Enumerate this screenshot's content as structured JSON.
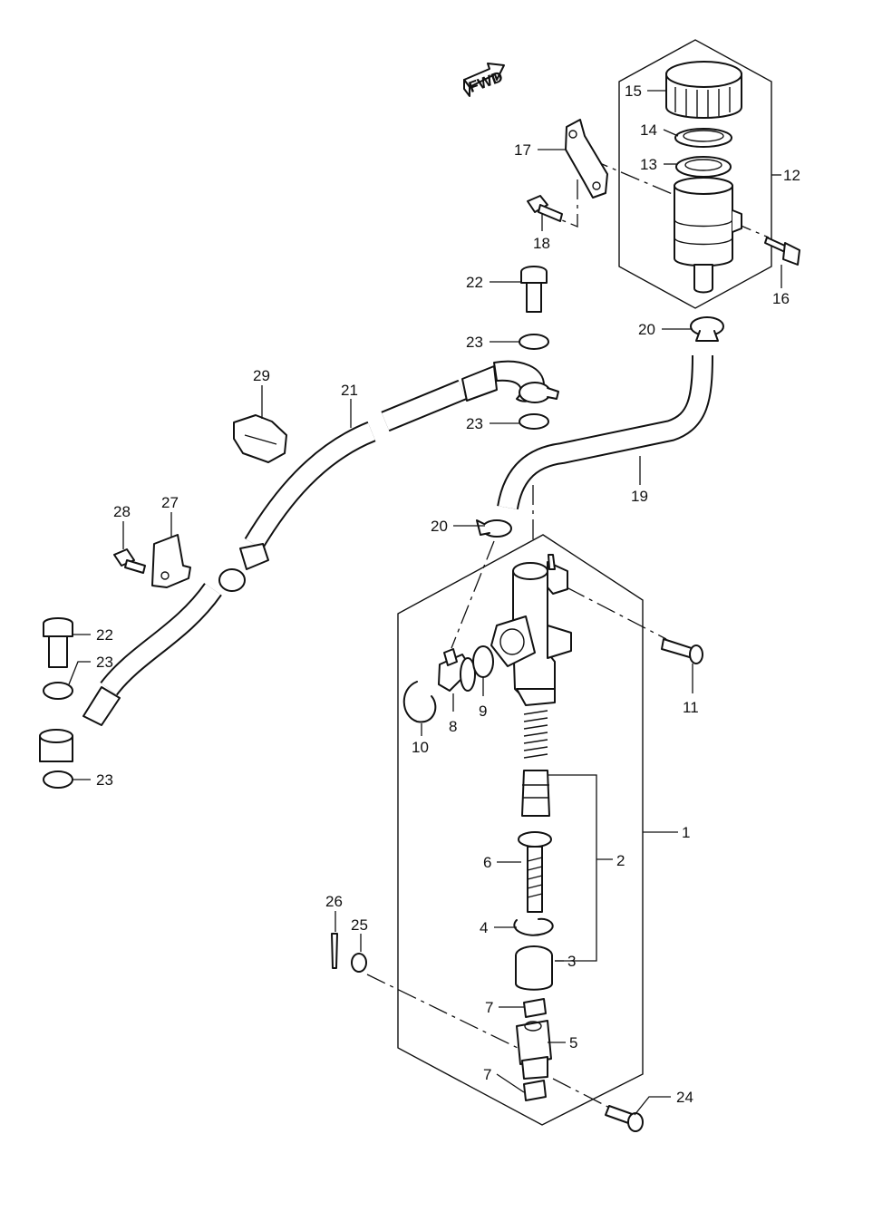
{
  "fwd_label": "FWD",
  "callouts": {
    "c1": "1",
    "c2": "2",
    "c3": "3",
    "c4": "4",
    "c5": "5",
    "c6": "6",
    "c7a": "7",
    "c7b": "7",
    "c8": "8",
    "c9": "9",
    "c10": "10",
    "c11": "11",
    "c12": "12",
    "c13": "13",
    "c14": "14",
    "c15": "15",
    "c16": "16",
    "c17": "17",
    "c18": "18",
    "c19": "19",
    "c20a": "20",
    "c20b": "20",
    "c21": "21",
    "c22a": "22",
    "c22b": "22",
    "c23a": "23",
    "c23b": "23",
    "c23c": "23",
    "c23d": "23",
    "c24": "24",
    "c25": "25",
    "c26": "26",
    "c27": "27",
    "c28": "28",
    "c29": "29"
  }
}
